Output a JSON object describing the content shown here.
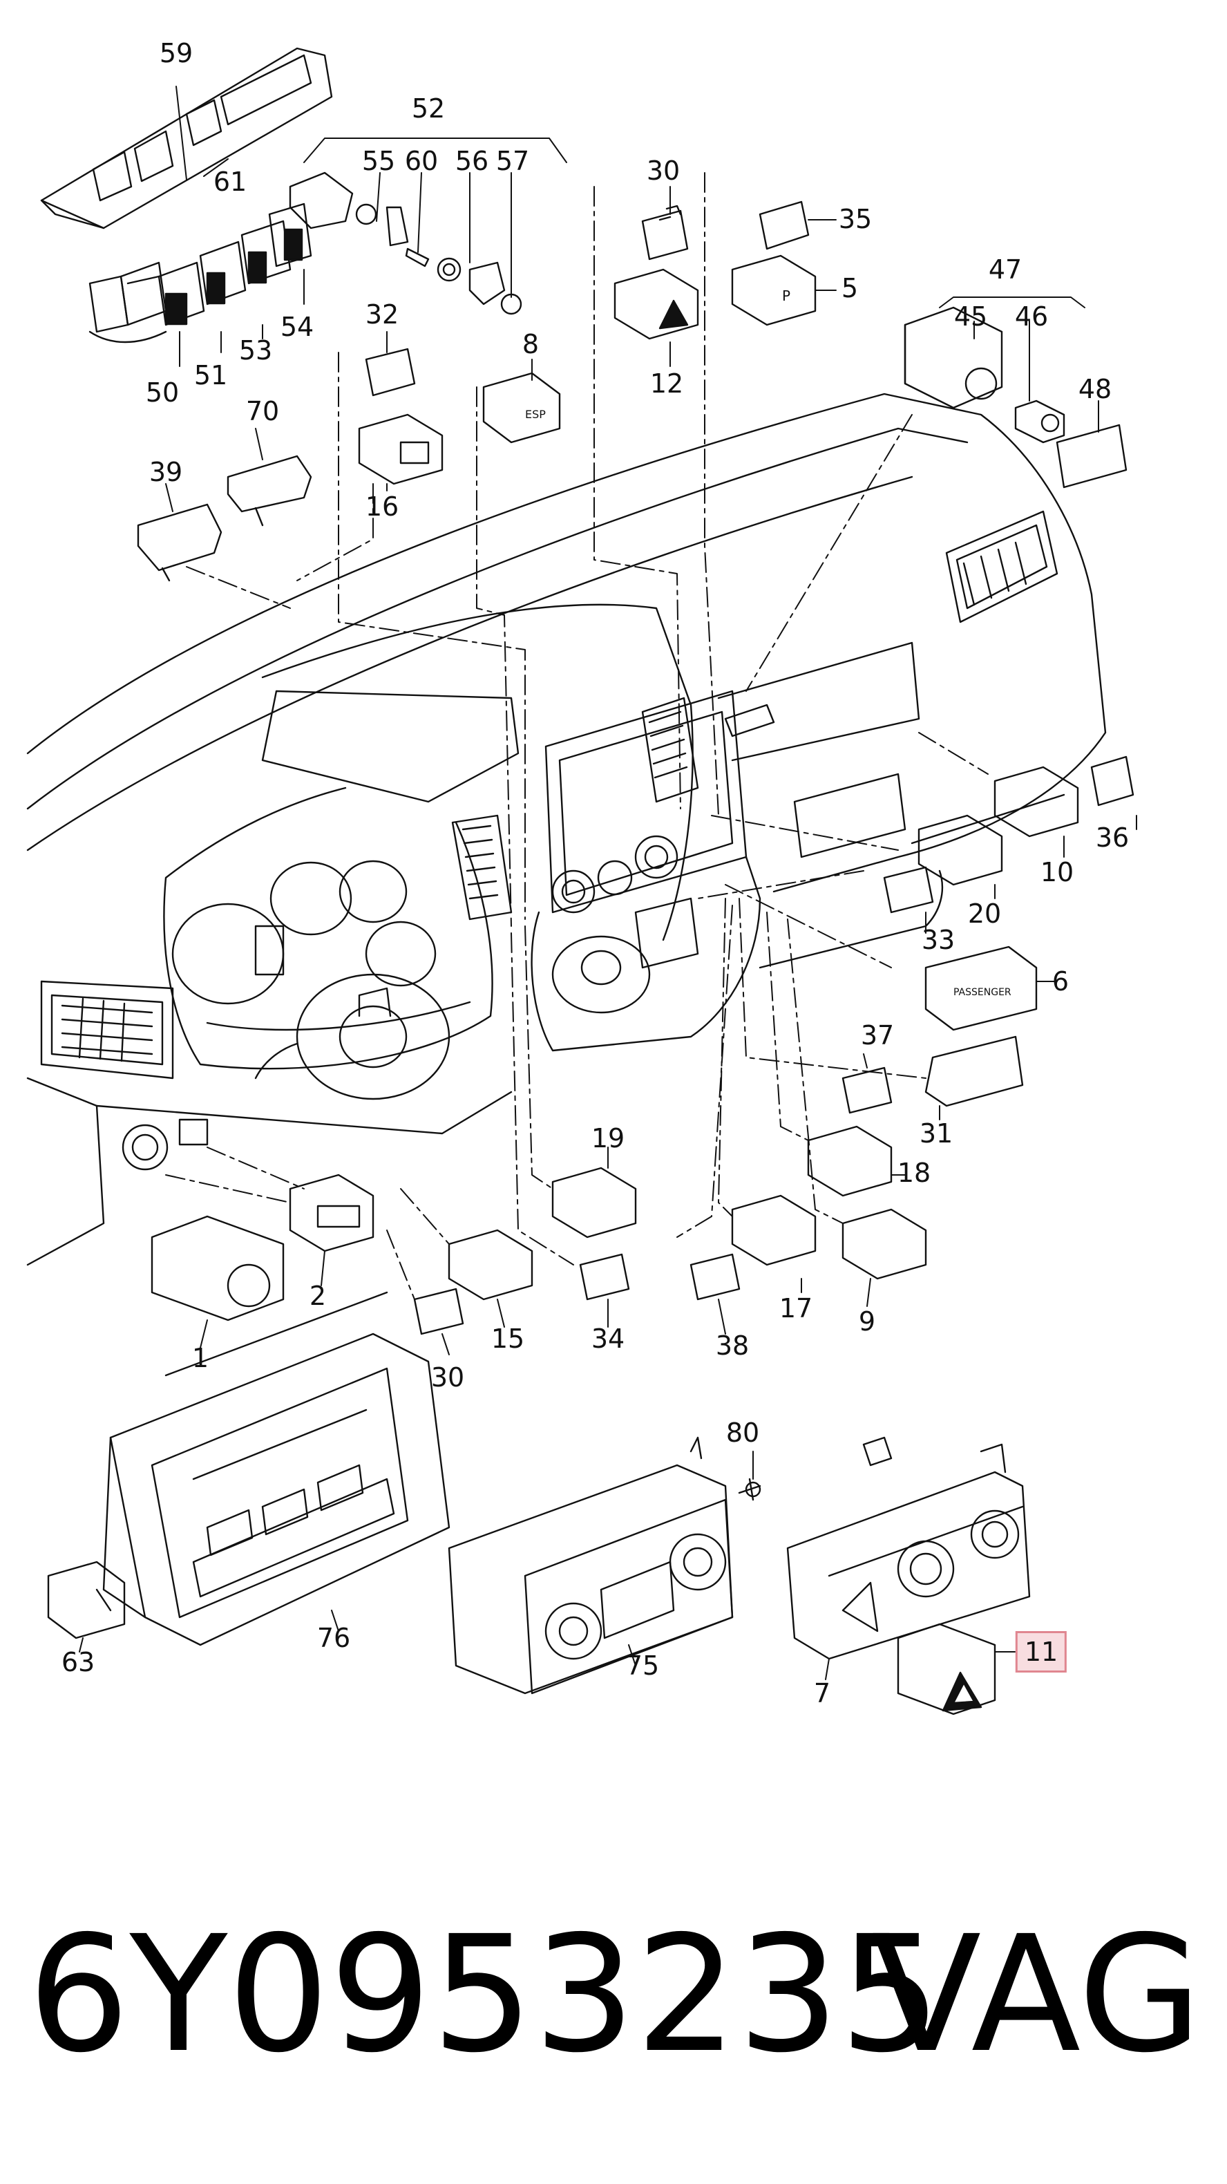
{
  "callouts": [
    "59",
    "52",
    "55",
    "60",
    "56",
    "57",
    "61",
    "30",
    "35",
    "5",
    "12",
    "47",
    "45",
    "46",
    "48",
    "32",
    "8",
    "16",
    "70",
    "39",
    "54",
    "53",
    "51",
    "50",
    "36",
    "10",
    "20",
    "33",
    "6",
    "37",
    "31",
    "18",
    "19",
    "17",
    "9",
    "15",
    "34",
    "38",
    "30",
    "2",
    "1",
    "80",
    "63",
    "76",
    "75",
    "7",
    "11"
  ],
  "highlighted": "11",
  "caption": {
    "part_number": "6Y0953235",
    "brand": "VAG"
  },
  "colors": {
    "line": "#111111",
    "highlight_fill": "#f8dde0",
    "highlight_border": "#e08690"
  }
}
